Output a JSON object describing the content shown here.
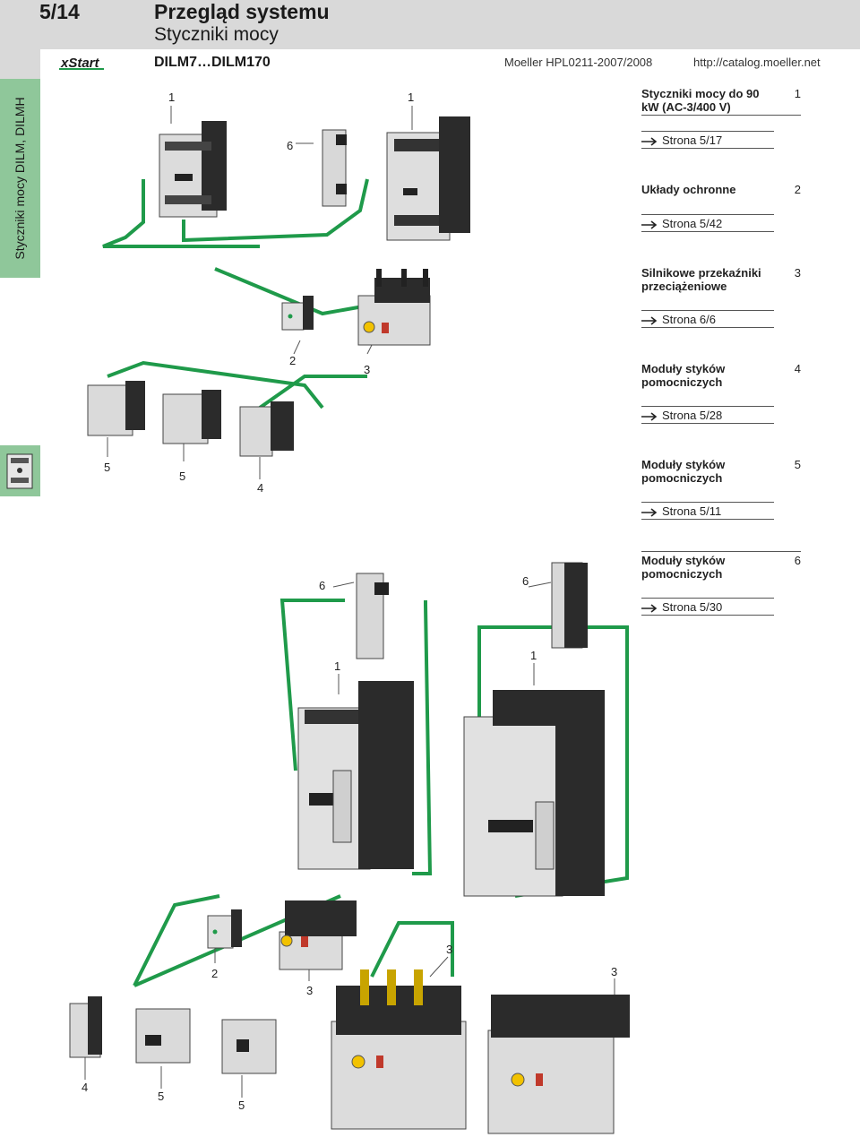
{
  "header": {
    "page_number": "5/14",
    "title": "Przegląd systemu",
    "subtitle": "Styczniki mocy",
    "model_range": "DILM7…DILM170",
    "catalog_ref": "Moeller HPL0211-2007/2008",
    "catalog_url": "http://catalog.moeller.net",
    "brand_logo": "xStart"
  },
  "side_tab": {
    "label": "Styczniki mocy DILM, DILMH",
    "color": "#8fc79a"
  },
  "accent_color": "#1f9a4a",
  "callouts": [
    "1",
    "1",
    "6",
    "2",
    "3",
    "5",
    "5",
    "4",
    "6",
    "6",
    "1",
    "1",
    "2",
    "3",
    "3",
    "3",
    "4",
    "5",
    "5"
  ],
  "legend": [
    {
      "title": "Styczniki mocy do 90 kW (AC-3/400 V)",
      "num": "1",
      "ref": "Strona 5/17"
    },
    {
      "title": "Układy ochronne",
      "num": "2",
      "ref": "Strona 5/42"
    },
    {
      "title": "Silnikowe przekaźniki przeciążeniowe",
      "num": "3",
      "ref": "Strona 6/6"
    },
    {
      "title": "Moduły styków pomocniczych",
      "num": "4",
      "ref": "Strona 5/28"
    },
    {
      "title": "Moduły styków pomocniczych",
      "num": "5",
      "ref": "Strona 5/11"
    },
    {
      "title": "Moduły styków pomocniczych",
      "num": "6",
      "ref": "Strona 5/30"
    }
  ]
}
